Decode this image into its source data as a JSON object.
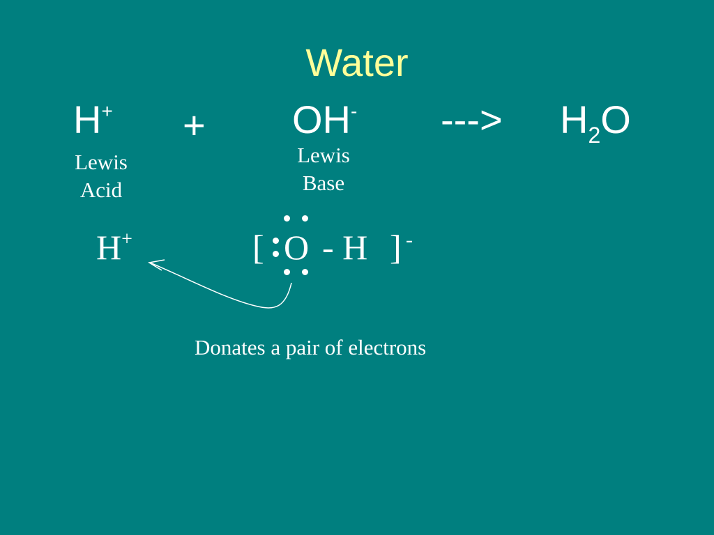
{
  "colors": {
    "background": "#007f7f",
    "title": "#ffff99",
    "text": "#ffffff"
  },
  "slide": {
    "title": "Water"
  },
  "equation": {
    "reactant1": {
      "base": "H",
      "sup": "+"
    },
    "plus": "+",
    "reactant2": {
      "base": "OH",
      "sup": "-"
    },
    "arrow": "--->",
    "product": {
      "part1": "H",
      "sub": "2",
      "part2": "O"
    }
  },
  "labels": {
    "acid_line1": "Lewis",
    "acid_line2": "Acid",
    "base_line1": "Lewis",
    "base_line2": "Base"
  },
  "lewis": {
    "proton": {
      "base": "H",
      "sup": "+"
    },
    "bracket_open": "[",
    "oxygen": "O",
    "bond": "- H",
    "bracket_close": "]",
    "charge": "-"
  },
  "note": "Donates a pair of electrons"
}
